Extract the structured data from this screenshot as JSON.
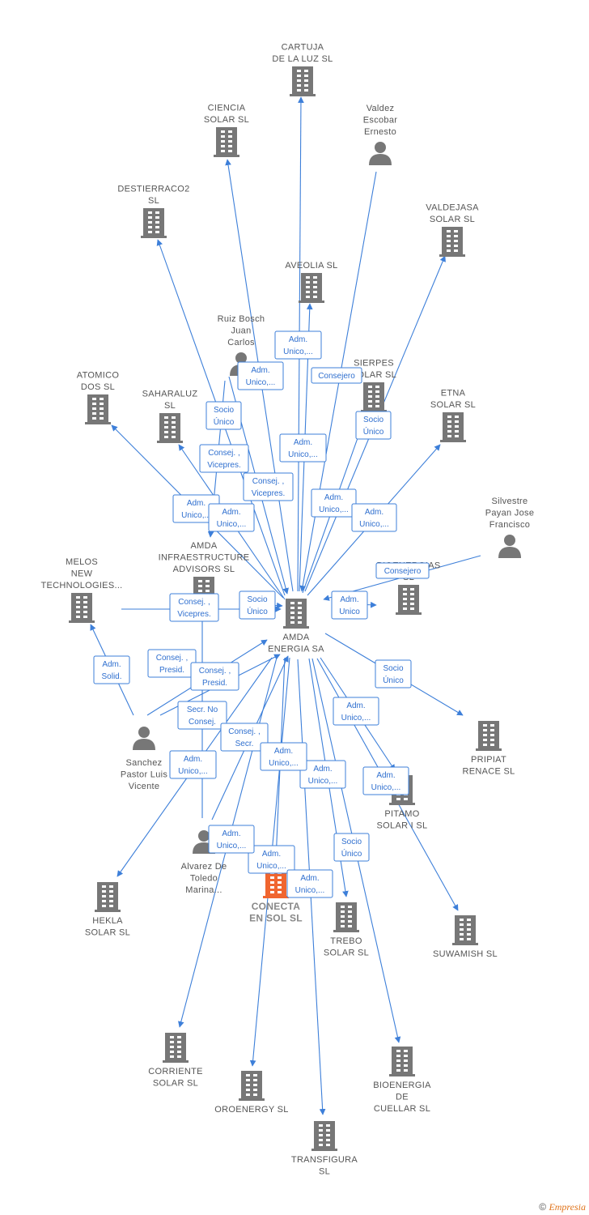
{
  "focus_node": "conecta",
  "colors": {
    "edge": "#3d7fd9",
    "building": "#777777",
    "focus_building": "#f0652f",
    "person": "#777777"
  },
  "nodes": [
    {
      "id": "cartuja",
      "type": "company",
      "label": [
        "CARTUJA",
        "DE LA LUZ  SL"
      ]
    },
    {
      "id": "ciencia",
      "type": "company",
      "label": [
        "CIENCIA",
        "SOLAR  SL"
      ]
    },
    {
      "id": "valdez",
      "type": "person",
      "label": [
        "Valdez",
        "Escobar",
        "Ernesto"
      ]
    },
    {
      "id": "destierraco2",
      "type": "company",
      "label": [
        "DESTIERRACO2",
        "SL"
      ]
    },
    {
      "id": "valdejasa",
      "type": "company",
      "label": [
        "VALDEJASA",
        "SOLAR  SL"
      ]
    },
    {
      "id": "aveolia",
      "type": "company",
      "label": [
        "AVEOLIA  SL"
      ]
    },
    {
      "id": "ruizbosch",
      "type": "person",
      "label": [
        "Ruiz Bosch",
        "Juan",
        "Carlos"
      ]
    },
    {
      "id": "sierpes",
      "type": "company",
      "label": [
        "SIERPES",
        "SOLAR  SL"
      ]
    },
    {
      "id": "atomico",
      "type": "company",
      "label": [
        "ATOMICO",
        "DOS  SL"
      ]
    },
    {
      "id": "saharaluz",
      "type": "company",
      "label": [
        "SAHARALUZ",
        "SL"
      ]
    },
    {
      "id": "etna",
      "type": "company",
      "label": [
        "ETNA",
        "SOLAR  SL"
      ]
    },
    {
      "id": "silvestre",
      "type": "person",
      "label": [
        "Silvestre",
        "Payan Jose",
        "Francisco"
      ]
    },
    {
      "id": "amdainfra",
      "type": "company",
      "label": [
        "AMDA",
        "INFRAESTRUCTURE",
        "ADVISORS  SL"
      ]
    },
    {
      "id": "melos",
      "type": "company",
      "label": [
        "MELOS",
        "NEW",
        "TECHNOLOGIES..."
      ]
    },
    {
      "id": "bioenergias",
      "type": "company",
      "label": [
        "BIOENERGIAS",
        "SL"
      ]
    },
    {
      "id": "amda",
      "type": "company",
      "label": [
        "AMDA",
        "ENERGIA SA"
      ]
    },
    {
      "id": "pripiat",
      "type": "company",
      "label": [
        "PRIPIAT",
        "RENACE  SL"
      ]
    },
    {
      "id": "sanchez",
      "type": "person",
      "label": [
        "Sanchez",
        "Pastor Luis",
        "Vicente"
      ]
    },
    {
      "id": "pitamo",
      "type": "company",
      "label": [
        "PITAMO",
        "SOLAR I  SL"
      ]
    },
    {
      "id": "alvarez",
      "type": "person",
      "label": [
        "Alvarez De",
        "Toledo",
        "Marina..."
      ]
    },
    {
      "id": "hekla",
      "type": "company",
      "label": [
        "HEKLA",
        "SOLAR  SL"
      ]
    },
    {
      "id": "conecta",
      "type": "company",
      "label": [
        "CONECTA",
        "EN SOL  SL"
      ]
    },
    {
      "id": "trebo",
      "type": "company",
      "label": [
        "TREBO",
        "SOLAR  SL"
      ]
    },
    {
      "id": "suwamish",
      "type": "company",
      "label": [
        "SUWAMISH  SL"
      ]
    },
    {
      "id": "corriente",
      "type": "company",
      "label": [
        "CORRIENTE",
        "SOLAR  SL"
      ]
    },
    {
      "id": "oroenergy",
      "type": "company",
      "label": [
        "OROENERGY SL"
      ]
    },
    {
      "id": "bioenergiacuellar",
      "type": "company",
      "label": [
        "BIOENERGIA",
        "DE",
        "CUELLAR SL"
      ]
    },
    {
      "id": "transfigura",
      "type": "company",
      "label": [
        "TRANSFIGURA",
        "SL"
      ]
    }
  ],
  "edges": [
    {
      "from": "amda",
      "to": "cartuja",
      "role": [
        "Adm.",
        "Unico,..."
      ]
    },
    {
      "from": "amda",
      "to": "ciencia",
      "role": [
        "Adm.",
        "Unico,..."
      ]
    },
    {
      "from": "valdez",
      "to": "amda",
      "role": [
        "Consejero"
      ]
    },
    {
      "from": "amda",
      "to": "destierraco2",
      "role": [
        "Socio",
        "Único"
      ]
    },
    {
      "from": "amda",
      "to": "valdejasa",
      "role": [
        "Socio",
        "Único"
      ]
    },
    {
      "from": "amda",
      "to": "aveolia",
      "role": [
        "Adm.",
        "Unico,..."
      ]
    },
    {
      "from": "ruizbosch",
      "to": "amda",
      "role": [
        "Consej. ,",
        "Vicepres."
      ]
    },
    {
      "from": "amda",
      "to": "sierpes",
      "role": [
        "Adm.",
        "Unico,..."
      ]
    },
    {
      "from": "amda",
      "to": "atomico",
      "role": [
        "Adm.",
        "Unico,..."
      ]
    },
    {
      "from": "amda",
      "to": "saharaluz",
      "role": [
        "Adm.",
        "Unico,..."
      ]
    },
    {
      "from": "amda",
      "to": "etna",
      "role": [
        "Adm.",
        "Unico,..."
      ]
    },
    {
      "from": "silvestre",
      "to": "amda",
      "role": [
        "Consejero"
      ]
    },
    {
      "from": "amda",
      "to": "bioenergias",
      "role": [
        "Adm.",
        "Unico"
      ]
    },
    {
      "from": "amdainfra",
      "to": "amda",
      "role": [
        "Socio",
        "Único"
      ]
    },
    {
      "from": "ruizbosch",
      "to": "amdainfra",
      "role": [
        "Consej. ,",
        "Vicepres."
      ]
    },
    {
      "from": "sanchez",
      "to": "melos",
      "role": [
        "Adm.",
        "Solid."
      ]
    },
    {
      "from": "melos",
      "to": "amda",
      "role": [
        "Consej. ,",
        "Vicepres."
      ]
    },
    {
      "from": "sanchez",
      "to": "amda",
      "role": [
        "Consej. ,",
        "Presid."
      ]
    },
    {
      "from": "sanchez",
      "to": "amda",
      "role": [
        "Consej. ,",
        "Presid."
      ]
    },
    {
      "from": "alvarez",
      "to": "amda",
      "role": [
        "Secr.  No",
        "Consej."
      ]
    },
    {
      "from": "alvarez",
      "to": "amda",
      "role": [
        "Consej. ,",
        "Secr."
      ]
    },
    {
      "from": "amda",
      "to": "pripiat",
      "role": [
        "Socio",
        "Único"
      ]
    },
    {
      "from": "amda",
      "to": "pitamo",
      "role": [
        "Adm.",
        "Unico,..."
      ]
    },
    {
      "from": "amda",
      "to": "suwamish",
      "role": [
        "Adm.",
        "Unico,..."
      ]
    },
    {
      "from": "amda",
      "to": "hekla",
      "role": [
        "Adm.",
        "Unico,..."
      ]
    },
    {
      "from": "amda",
      "to": "conecta",
      "role": [
        "Adm.",
        "Unico,..."
      ]
    },
    {
      "from": "amda",
      "to": "trebo",
      "role": [
        "Adm.",
        "Unico,..."
      ]
    },
    {
      "from": "amda",
      "to": "corriente",
      "role": [
        "Adm.",
        "Unico,..."
      ]
    },
    {
      "from": "amda",
      "to": "oroenergy",
      "role": [
        "Adm.",
        "Unico,..."
      ]
    },
    {
      "from": "amda",
      "to": "bioenergiacuellar",
      "role": [
        "Socio",
        "Único"
      ]
    },
    {
      "from": "amda",
      "to": "transfigura",
      "role": [
        "Adm.",
        "Unico,..."
      ]
    }
  ],
  "copyright": {
    "symbol": "©",
    "brand": "Empresia"
  }
}
